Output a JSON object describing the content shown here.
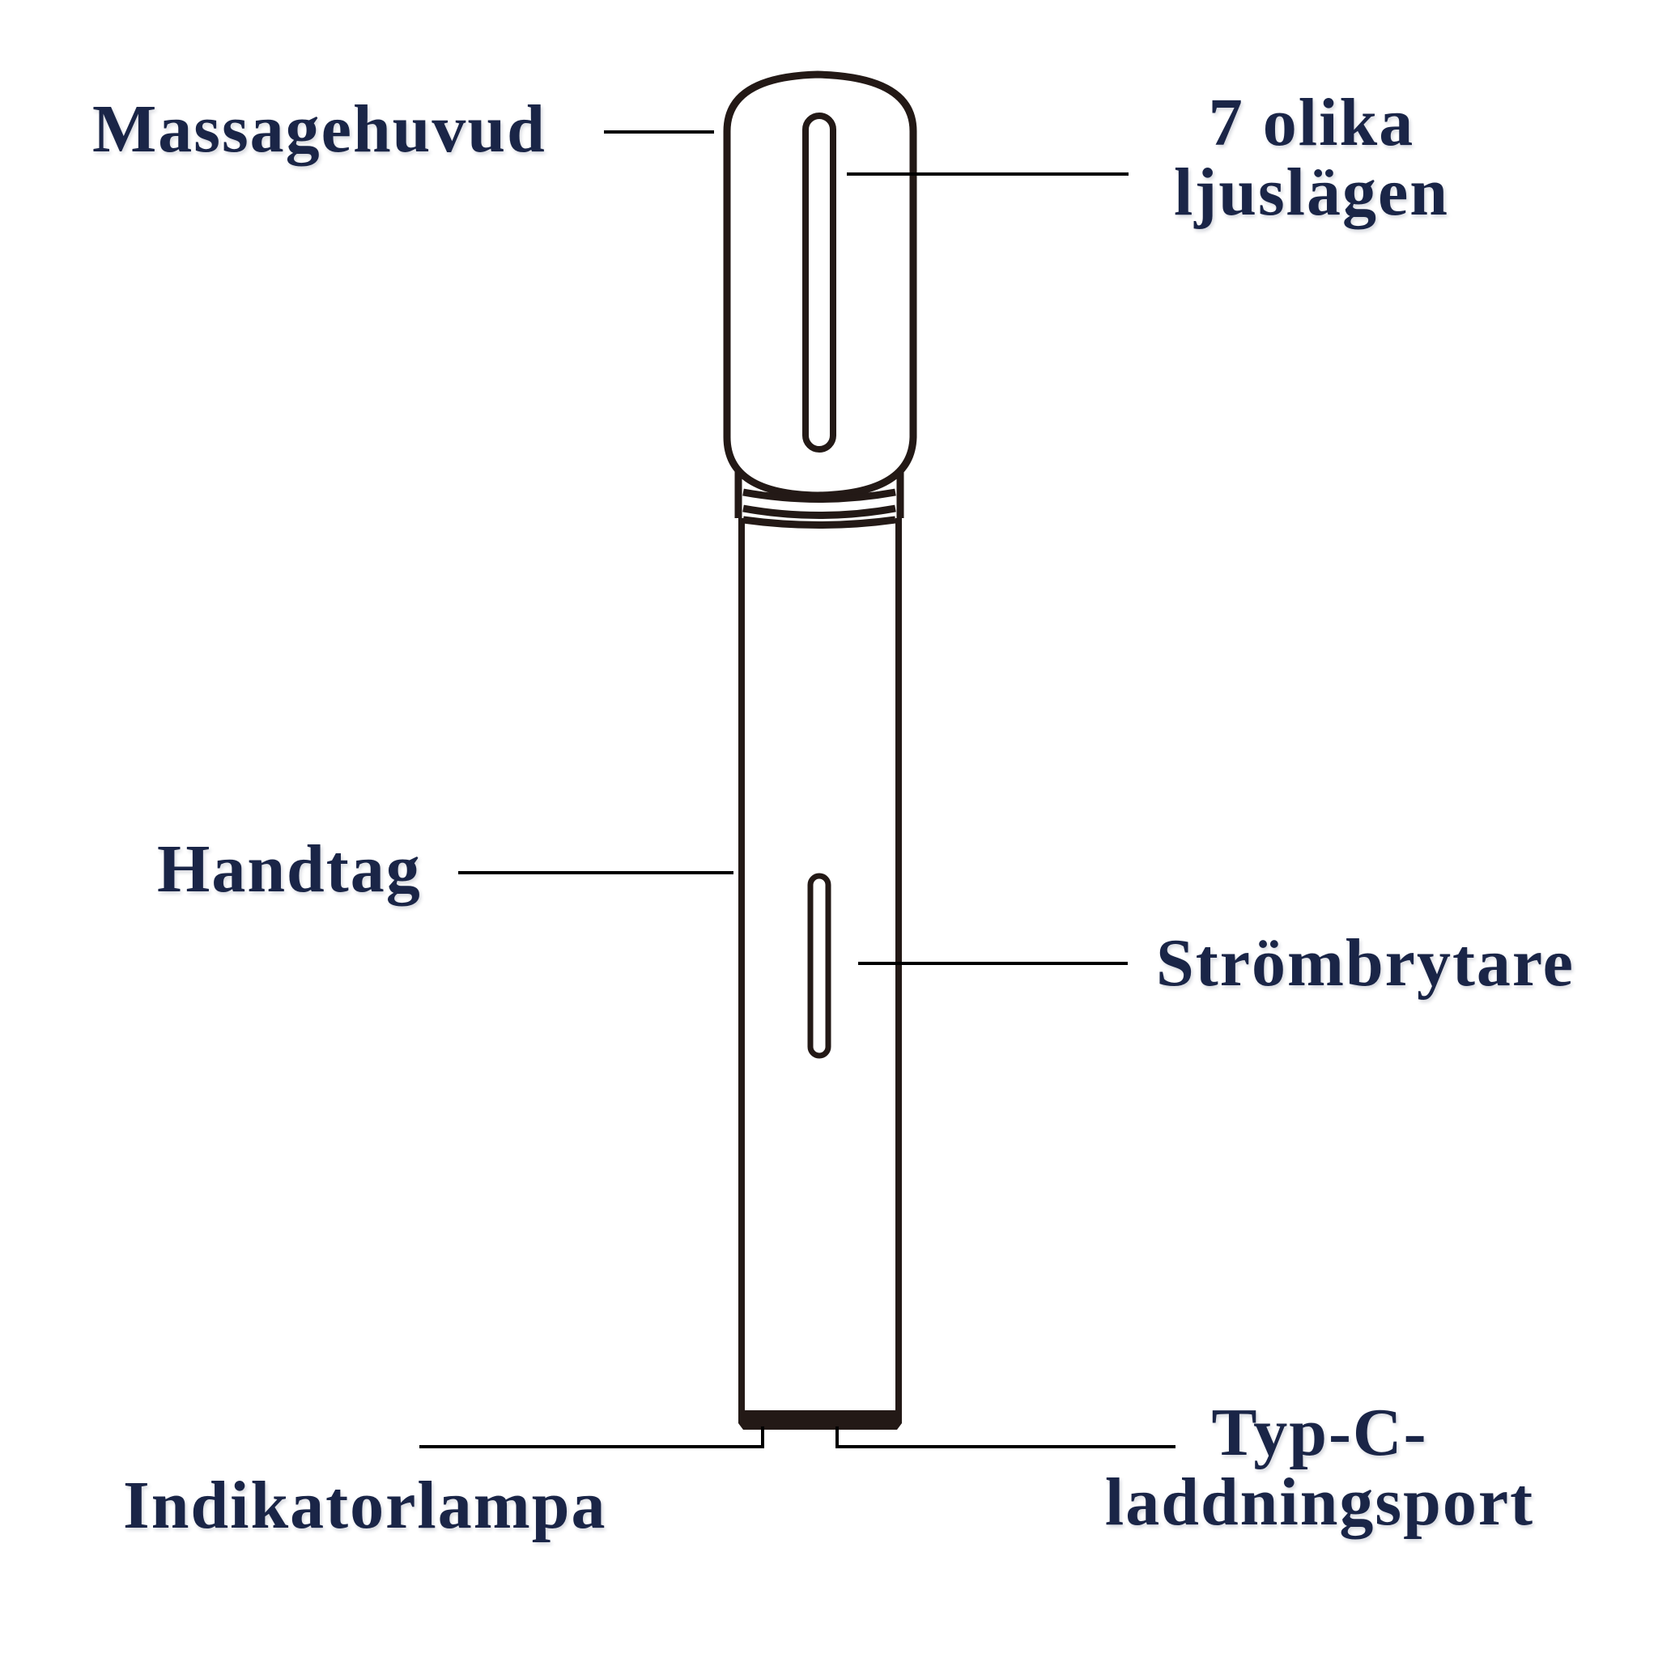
{
  "diagram": {
    "subject": "handheld massage wand with light modes",
    "colors": {
      "label_text": "#1a2547",
      "outline": "#231916",
      "leader_line": "#000000",
      "background": "#ffffff"
    },
    "labels": {
      "massage_head": "Massagehuvud",
      "light_modes_line1": "7 olika",
      "light_modes_line2": "ljuslägen",
      "handle": "Handtag",
      "power_switch": "Strömbrytare",
      "indicator_lamp": "Indikatorlampa",
      "charging_port_line1": "Typ-C-",
      "charging_port_line2": "laddningsport"
    }
  }
}
